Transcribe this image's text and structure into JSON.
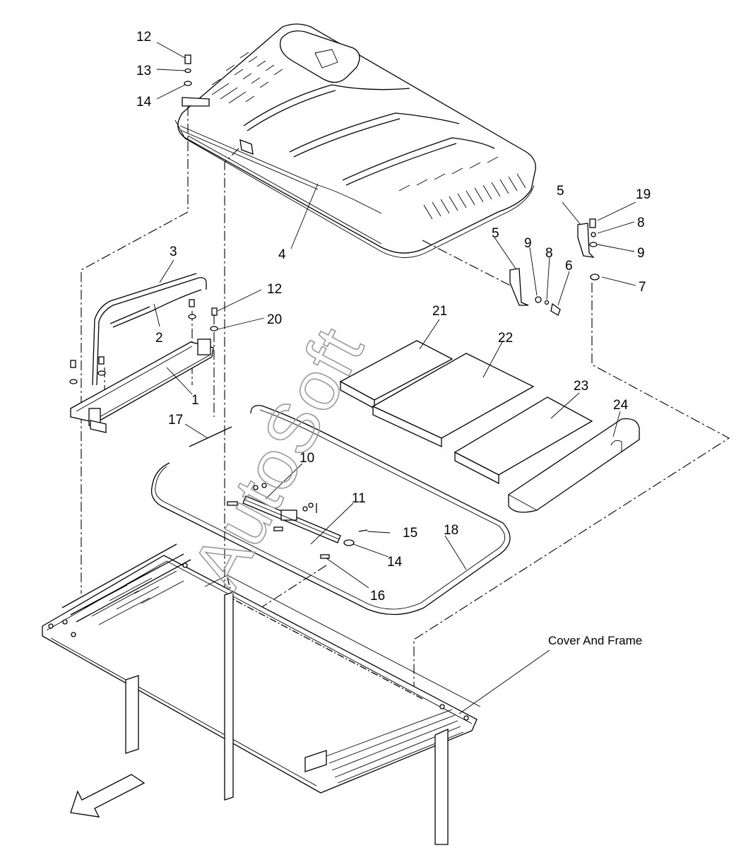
{
  "diagram": {
    "callouts": [
      {
        "id": "c1",
        "text": "1"
      },
      {
        "id": "c2",
        "text": "2"
      },
      {
        "id": "c3",
        "text": "3"
      },
      {
        "id": "c4",
        "text": "4"
      },
      {
        "id": "c5a",
        "text": "5"
      },
      {
        "id": "c5b",
        "text": "5"
      },
      {
        "id": "c6",
        "text": "6"
      },
      {
        "id": "c7",
        "text": "7"
      },
      {
        "id": "c8a",
        "text": "8"
      },
      {
        "id": "c8b",
        "text": "8"
      },
      {
        "id": "c9a",
        "text": "9"
      },
      {
        "id": "c9b",
        "text": "9"
      },
      {
        "id": "c10",
        "text": "10"
      },
      {
        "id": "c11",
        "text": "11"
      },
      {
        "id": "c12a",
        "text": "12"
      },
      {
        "id": "c12b",
        "text": "12"
      },
      {
        "id": "c13",
        "text": "13"
      },
      {
        "id": "c14a",
        "text": "14"
      },
      {
        "id": "c14b",
        "text": "14"
      },
      {
        "id": "c15",
        "text": "15"
      },
      {
        "id": "c16",
        "text": "16"
      },
      {
        "id": "c17",
        "text": "17"
      },
      {
        "id": "c18",
        "text": "18"
      },
      {
        "id": "c19",
        "text": "19"
      },
      {
        "id": "c20",
        "text": "20"
      },
      {
        "id": "c21",
        "text": "21"
      },
      {
        "id": "c22",
        "text": "22"
      },
      {
        "id": "c23",
        "text": "23"
      },
      {
        "id": "c24",
        "text": "24"
      }
    ],
    "assembly_label": "Cover And Frame",
    "watermark": "AutoSoft"
  }
}
